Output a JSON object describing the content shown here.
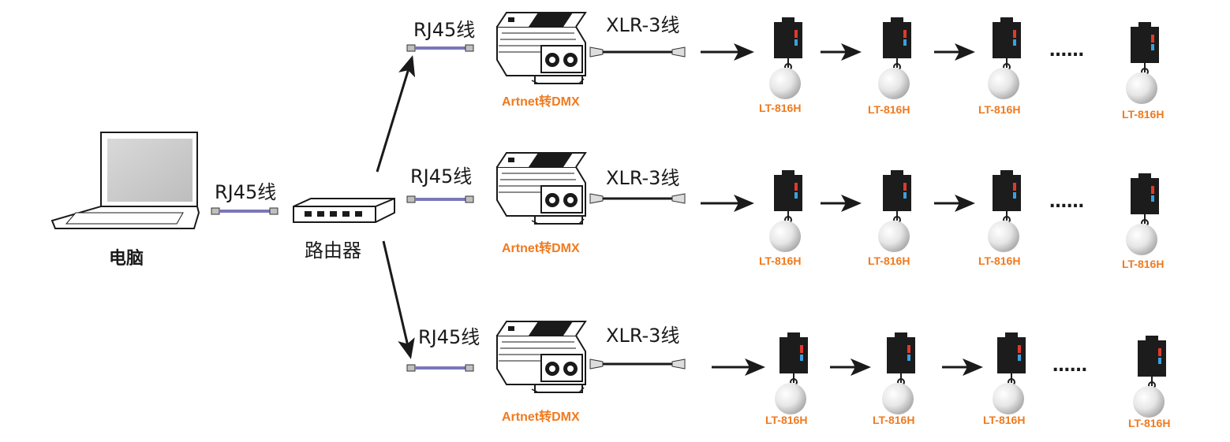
{
  "colors": {
    "accent": "#f07a1e",
    "cable": "#7a78b8",
    "line": "#1a1a1a"
  },
  "computer": {
    "label": "电脑",
    "icon": "laptop-icon"
  },
  "router": {
    "label": "路由器",
    "icon": "router-icon"
  },
  "main_cable": {
    "label": "RJ45线"
  },
  "branches": [
    {
      "rj45_label": "RJ45线",
      "xlr_label": "XLR-3线",
      "converter_label": "Artnet转DMX",
      "lamps": [
        "LT-816H",
        "LT-816H",
        "LT-816H",
        "LT-816H"
      ],
      "ellipsis": "……"
    },
    {
      "rj45_label": "RJ45线",
      "xlr_label": "XLR-3线",
      "converter_label": "Artnet转DMX",
      "lamps": [
        "LT-816H",
        "LT-816H",
        "LT-816H",
        "LT-816H"
      ],
      "ellipsis": "……"
    },
    {
      "rj45_label": "RJ45线",
      "xlr_label": "XLR-3线",
      "converter_label": "Artnet转DMX",
      "lamps": [
        "LT-816H",
        "LT-816H",
        "LT-816H",
        "LT-816H"
      ],
      "ellipsis": "……"
    }
  ]
}
